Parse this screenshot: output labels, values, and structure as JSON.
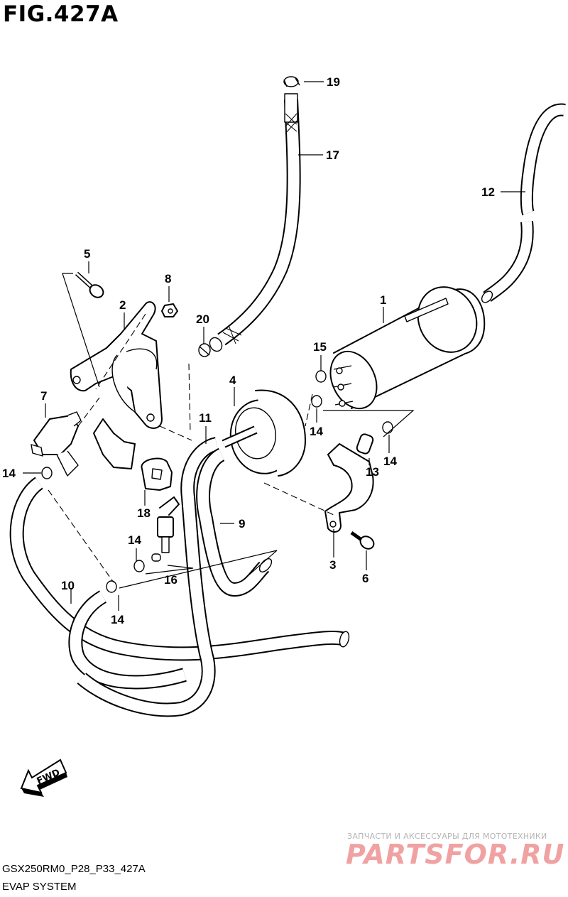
{
  "figure": {
    "title": "FIG.427A",
    "code": "GSX250RM0_P28_P33_427A",
    "system": "EVAP SYSTEM"
  },
  "direction_marker": "FWD",
  "watermark": {
    "tagline": "ЗАПЧАСТИ И АКСЕССУАРЫ ДЛЯ МОТОТЕХНИКИ",
    "logo": "PARTSFOR.RU"
  },
  "callouts": {
    "c1": "1",
    "c2": "2",
    "c3": "3",
    "c4": "4",
    "c5": "5",
    "c6": "6",
    "c7": "7",
    "c8": "8",
    "c9": "9",
    "c10": "10",
    "c11": "11",
    "c12": "12",
    "c13": "13",
    "c14a": "14",
    "c14b": "14",
    "c14c": "14",
    "c14d": "14",
    "c14e": "14",
    "c15": "15",
    "c16": "16",
    "c17": "17",
    "c18": "18",
    "c19": "19",
    "c20": "20"
  }
}
